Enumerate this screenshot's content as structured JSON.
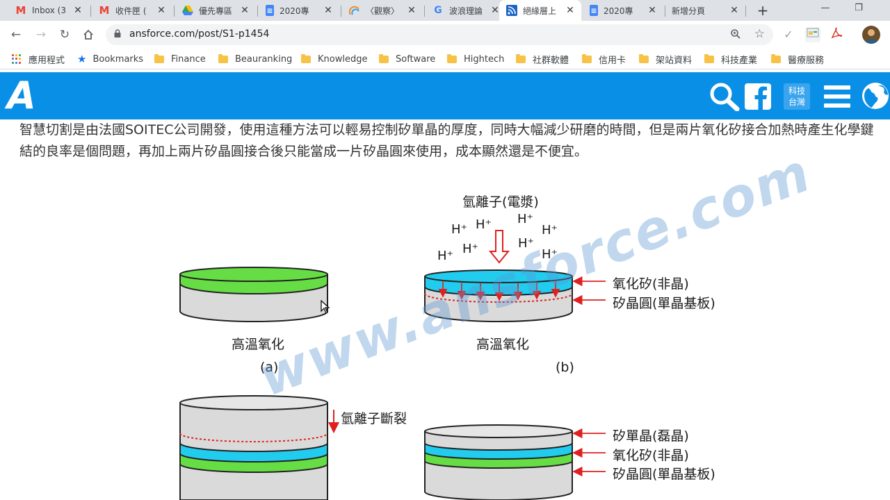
{
  "browser": {
    "tabs": [
      {
        "title": "Inbox (3",
        "icon": "gmail-icon",
        "active": false
      },
      {
        "title": "收件匣 (",
        "icon": "gmail-icon",
        "active": false
      },
      {
        "title": "優先專區",
        "icon": "google-drive-icon",
        "active": false
      },
      {
        "title": "2020專",
        "icon": "google-docs-icon",
        "active": false
      },
      {
        "title": "〈觀察〉",
        "icon": "rainbow-icon",
        "active": false
      },
      {
        "title": "波浪理論",
        "icon": "google-icon",
        "active": false
      },
      {
        "title": "絕緣層上",
        "icon": "rss-feed-icon",
        "active": true
      },
      {
        "title": "2020專",
        "icon": "google-docs-icon",
        "active": false
      },
      {
        "title": "新增分頁",
        "icon": "",
        "active": false
      }
    ],
    "url": "ansforce.com/post/S1-p1454",
    "bookmarks": [
      {
        "label": "應用程式",
        "icon": "apps-grid-icon"
      },
      {
        "label": "Bookmarks",
        "icon": "star-icon"
      },
      {
        "label": "Finance",
        "icon": "folder-icon"
      },
      {
        "label": "Beauranking",
        "icon": "folder-icon"
      },
      {
        "label": "Knowledge",
        "icon": "folder-icon"
      },
      {
        "label": "Software",
        "icon": "folder-icon"
      },
      {
        "label": "Hightech",
        "icon": "folder-icon"
      },
      {
        "label": "社群軟體",
        "icon": "folder-icon"
      },
      {
        "label": "信用卡",
        "icon": "folder-icon"
      },
      {
        "label": "架站資料",
        "icon": "folder-icon"
      },
      {
        "label": "科技產業",
        "icon": "folder-icon"
      },
      {
        "label": "醫療服務",
        "icon": "folder-icon"
      }
    ]
  },
  "site": {
    "logo": "A",
    "lang_badge_line1": "科技",
    "lang_badge_line2": "台灣",
    "brand_color": "#0a8fe6"
  },
  "article": {
    "paragraph": "智慧切割是由法國SOITEC公司開發，使用這種方法可以輕易控制矽單晶的厚度，同時大幅減少研磨的時間，但是兩片氧化矽接合加熱時產生化學鍵結的良率是個問題，再加上兩片矽晶圓接合後只能當成一片矽晶圓來使用，成本顯然還是不便宜。"
  },
  "figure": {
    "plasma_label": "氫離子(電漿)",
    "ion": "H⁺",
    "panel_a_caption": "高溫氧化",
    "panel_a_id": "(a)",
    "panel_b_caption": "高溫氧化",
    "panel_b_id": "(b)",
    "label_oxide_b": "氧化矽(非晶)",
    "label_wafer_b": "矽晶圓(單晶基板)",
    "label_split": "氫離子斷裂",
    "label_si_layer": "矽單晶(磊晶)",
    "label_oxide_d": "氧化矽(非晶)",
    "label_wafer_d": "矽晶圓(單晶基板)",
    "watermark": "www.ansforce.com",
    "colors": {
      "oxide_green": "#66dd44",
      "oxide_cyan": "#22ccee",
      "wafer_grey": "#dadada",
      "arrow_red": "#e02020"
    }
  }
}
